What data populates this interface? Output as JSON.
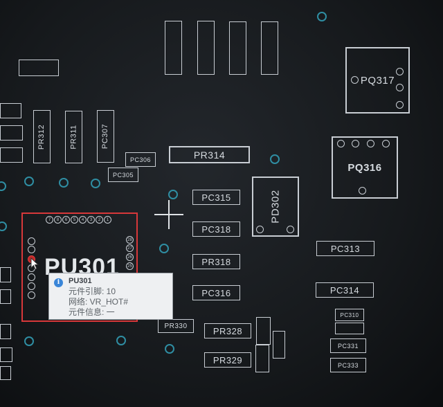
{
  "components": {
    "pr314": "PR314",
    "pq316": "PQ316",
    "pq317": "PQ317",
    "pd302": "PD302",
    "pc315": "PC315",
    "pc318": "PC318",
    "pr318": "PR318",
    "pc316": "PC316",
    "pc313": "PC313",
    "pc314": "PC314",
    "pr328": "PR328",
    "pr329": "PR329",
    "pr330": "PR330",
    "pc305": "PC305",
    "pc306": "PC306",
    "pc307": "PC307",
    "pr312": "PR312",
    "pr311": "PR311",
    "pc310": "PC310",
    "pc331": "PC331",
    "pc333": "PC333",
    "pu301": "PU301"
  },
  "ic_pins_top": [
    "7",
    "8",
    "6",
    "5",
    "4",
    "3",
    "2",
    "1"
  ],
  "ic_pins_right": [
    "28",
    "27",
    "26",
    "25"
  ],
  "tooltip": {
    "title": "PU301",
    "pin_line": "元件引脚: 10",
    "net_line": "网络: VR_HOT#",
    "info_line": "元件信息: 一"
  },
  "colors": {
    "background": "#16191c",
    "silkscreen": "#c9ced4",
    "via": "#2f8ea3",
    "highlight": "#d8383a",
    "tooltip_bg": "#eef0f2"
  }
}
